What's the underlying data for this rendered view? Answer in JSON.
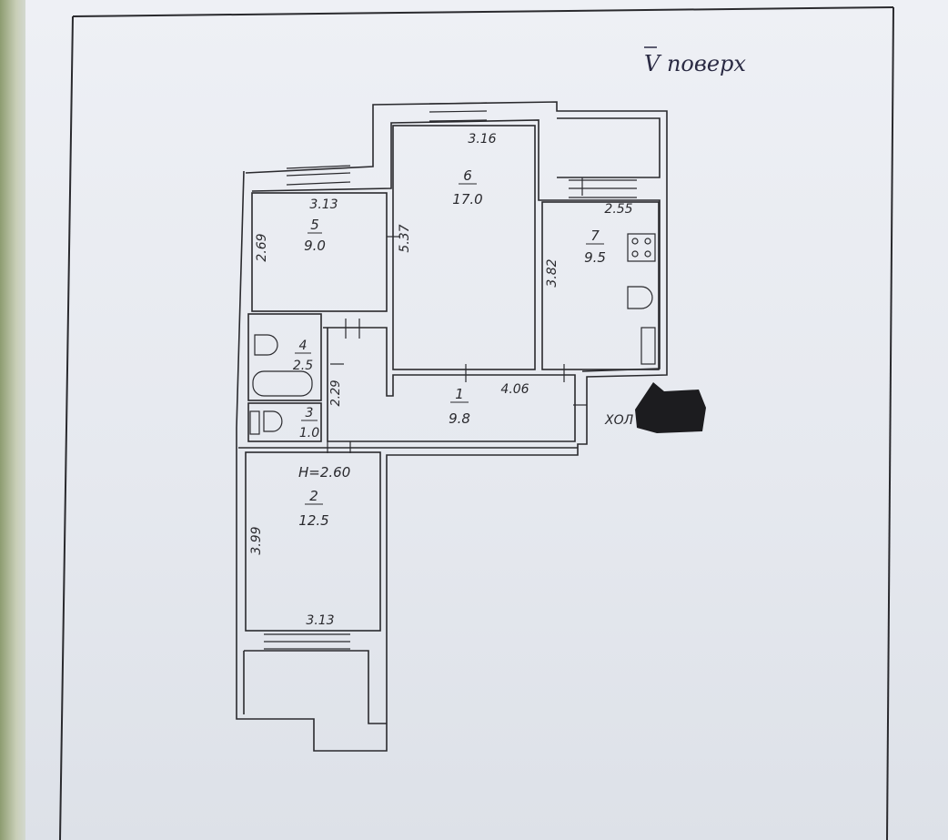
{
  "page": {
    "floor_note": "V поверх",
    "ceiling_height": "H=2.60"
  },
  "rooms": [
    {
      "id": "1",
      "number": "1",
      "area": "9.8"
    },
    {
      "id": "2",
      "number": "2",
      "area": "12.5"
    },
    {
      "id": "3",
      "number": "3",
      "area": "1.0"
    },
    {
      "id": "4",
      "number": "4",
      "area": "2.5"
    },
    {
      "id": "5",
      "number": "5",
      "area": "9.0"
    },
    {
      "id": "6",
      "number": "6",
      "area": "17.0"
    },
    {
      "id": "7",
      "number": "7",
      "area": "9.5"
    }
  ],
  "dimensions": {
    "room5_width": "3.13",
    "room5_depth": "2.69",
    "room6_width": "3.16",
    "room6_depth": "5.37",
    "room7_width": "2.55",
    "room7_depth": "3.82",
    "hall_length": "4.06",
    "bath_depth": "2.29",
    "room2_depth": "3.99",
    "room2_width": "3.13"
  },
  "redacted_label": "ХОЛ",
  "colors": {
    "ink": "#2a2a2e",
    "wall_fill": "#f4f5f8",
    "redaction": "#1c1c1f",
    "sheet": "#e9ecf1"
  }
}
